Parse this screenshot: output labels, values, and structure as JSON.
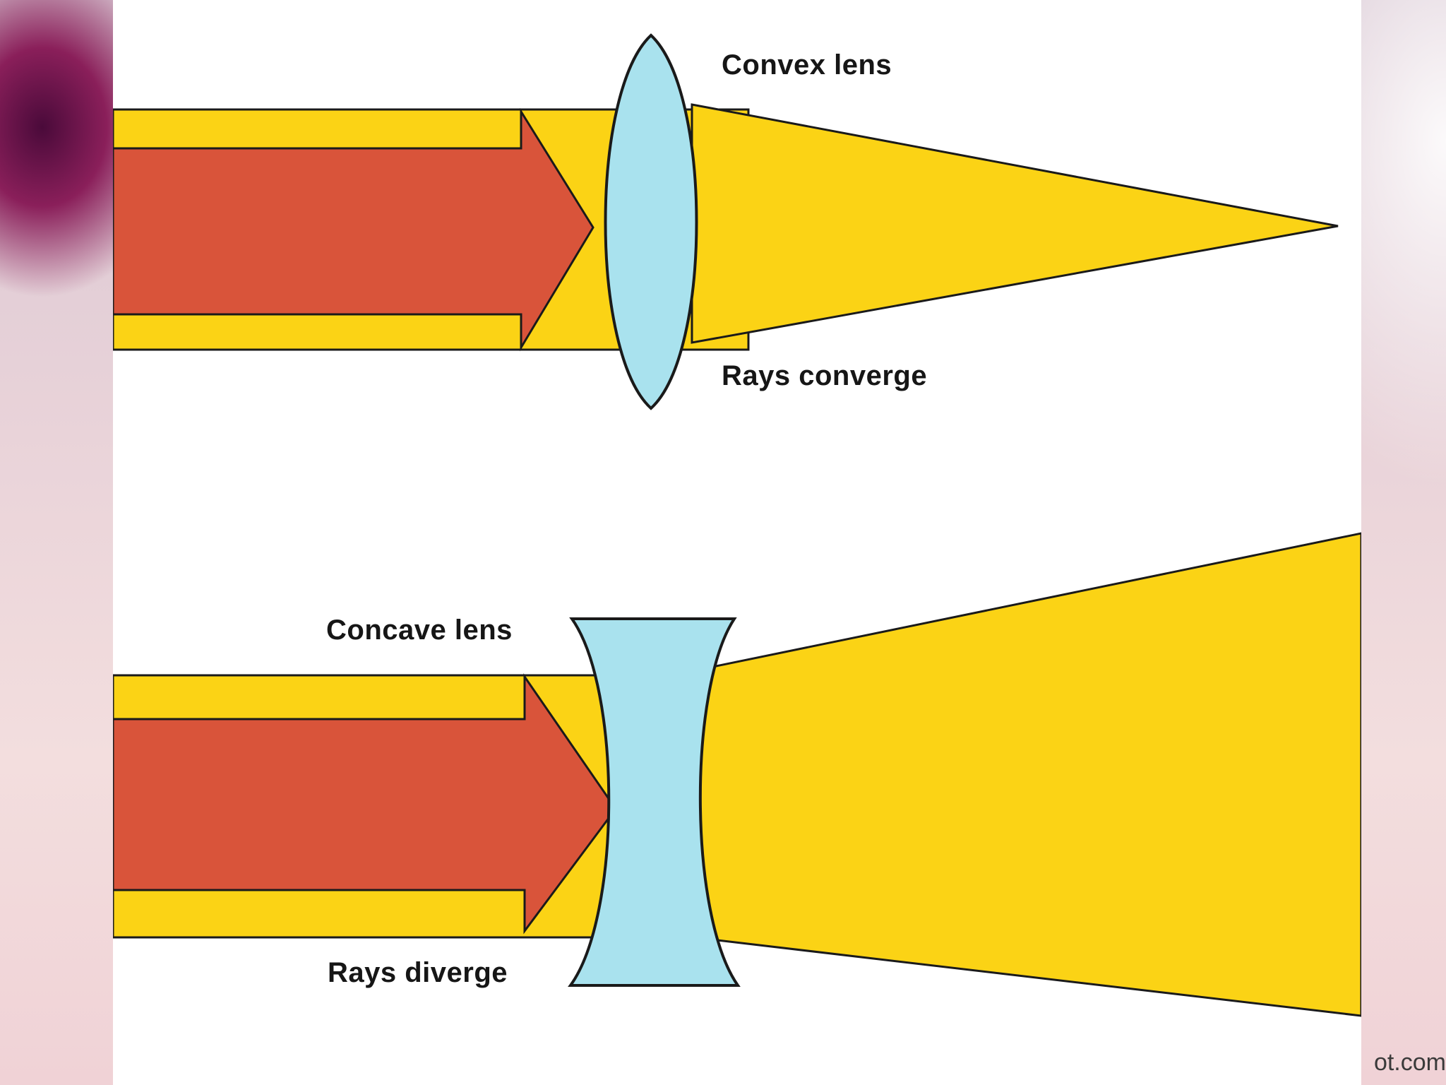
{
  "labels": {
    "convex": "Convex lens",
    "converge": "Rays converge",
    "concave": "Concave lens",
    "diverge": "Rays diverge"
  },
  "watermark": "ot.com",
  "colors": {
    "beam": "#fbd315",
    "arrow": "#d9543a",
    "lens": "#a9e2ee",
    "outline": "#1a1a1a",
    "panel": "#ffffff"
  }
}
